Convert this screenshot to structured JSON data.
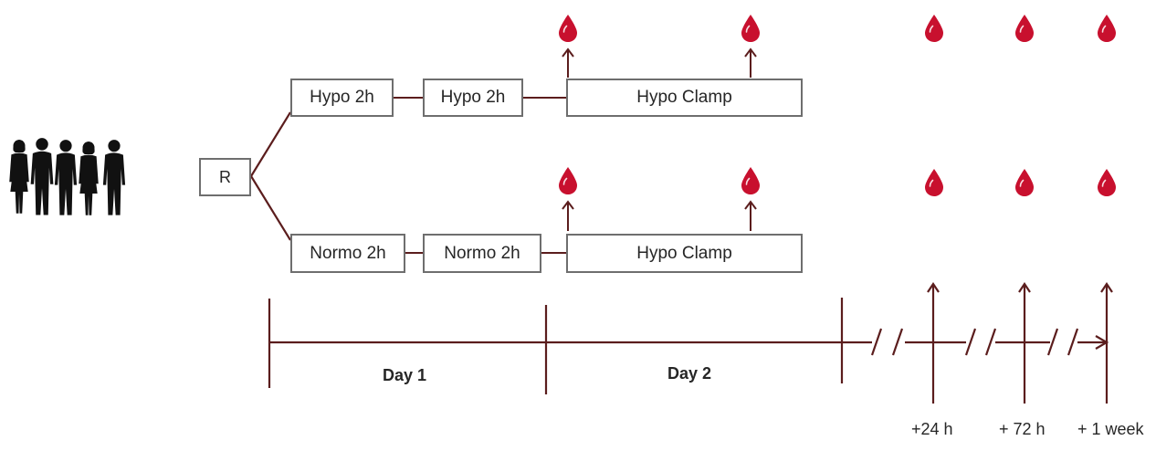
{
  "randomization_label": "R",
  "arm_hypo": {
    "step1": "Hypo 2h",
    "step2": "Hypo 2h",
    "clamp": "Hypo Clamp"
  },
  "arm_normo": {
    "step1": "Normo 2h",
    "step2": "Normo 2h",
    "clamp": "Hypo Clamp"
  },
  "timeline": {
    "day1": "Day 1",
    "day2": "Day 2",
    "followups": [
      "+24 h",
      "+ 72 h",
      "+ 1 week"
    ]
  },
  "colors": {
    "line": "#5b1d1d",
    "box_border": "#6e6e6e",
    "blood_drop": "#c8102e",
    "people": "#111111"
  },
  "icons": {
    "participants": "people-silhouettes-icon",
    "sample": "blood-drop-icon"
  }
}
